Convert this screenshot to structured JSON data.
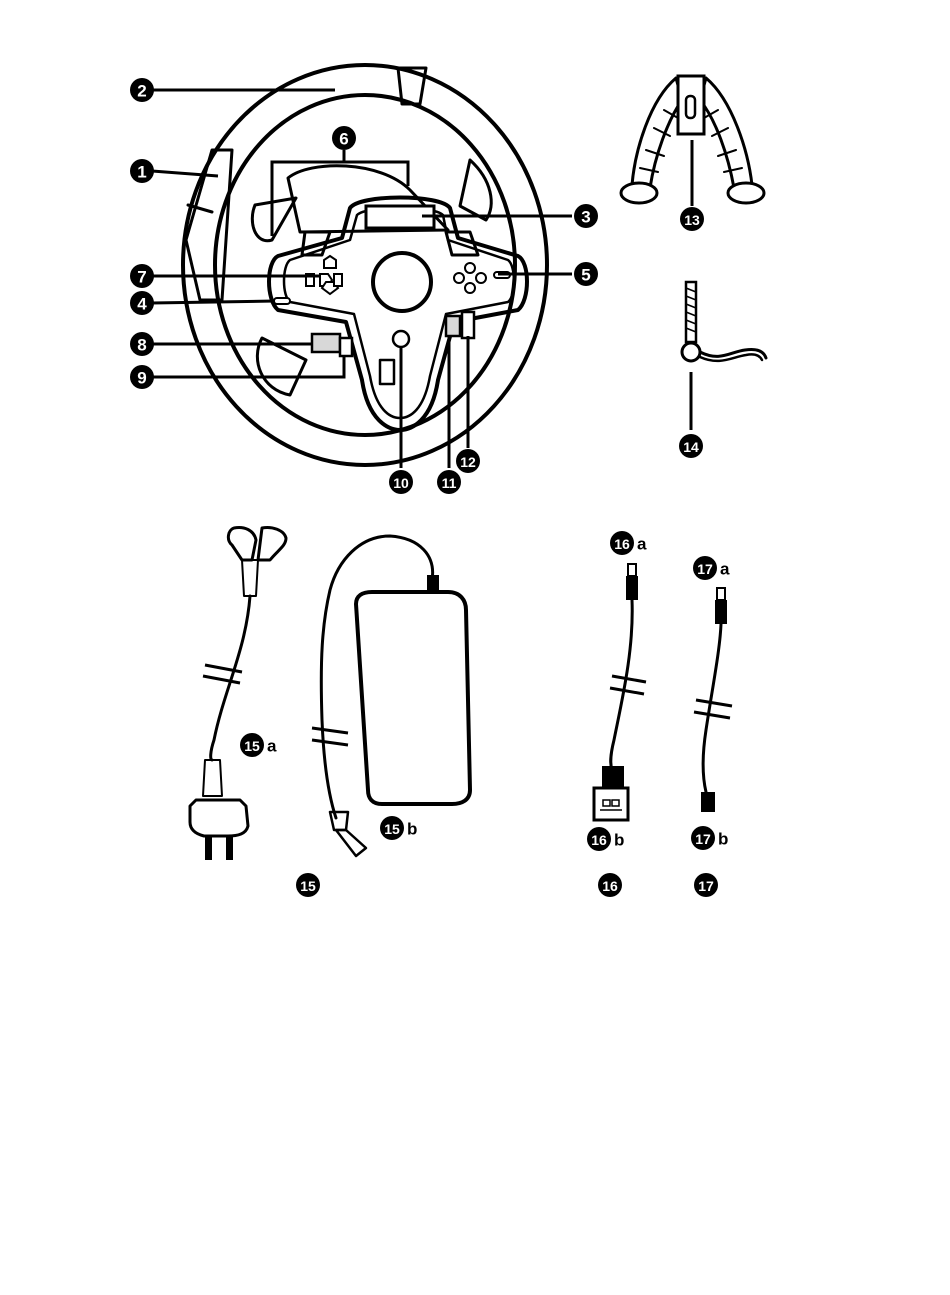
{
  "callouts": {
    "c1": "1",
    "c2": "2",
    "c3": "3",
    "c4": "4",
    "c5": "5",
    "c6": "6",
    "c7": "7",
    "c8": "8",
    "c9": "9",
    "c10": "10",
    "c11": "11",
    "c12": "12",
    "c13": "13",
    "c14": "14",
    "c15a": "15",
    "c15b": "15",
    "c15": "15",
    "c16a": "16",
    "c16b": "16",
    "c16": "16",
    "c17a": "17",
    "c17b": "17",
    "c17": "17"
  },
  "suffixes": {
    "a": "a",
    "b": "b"
  },
  "colors": {
    "ink": "#000000",
    "paper": "#ffffff",
    "shade": "#d8d8d8"
  }
}
